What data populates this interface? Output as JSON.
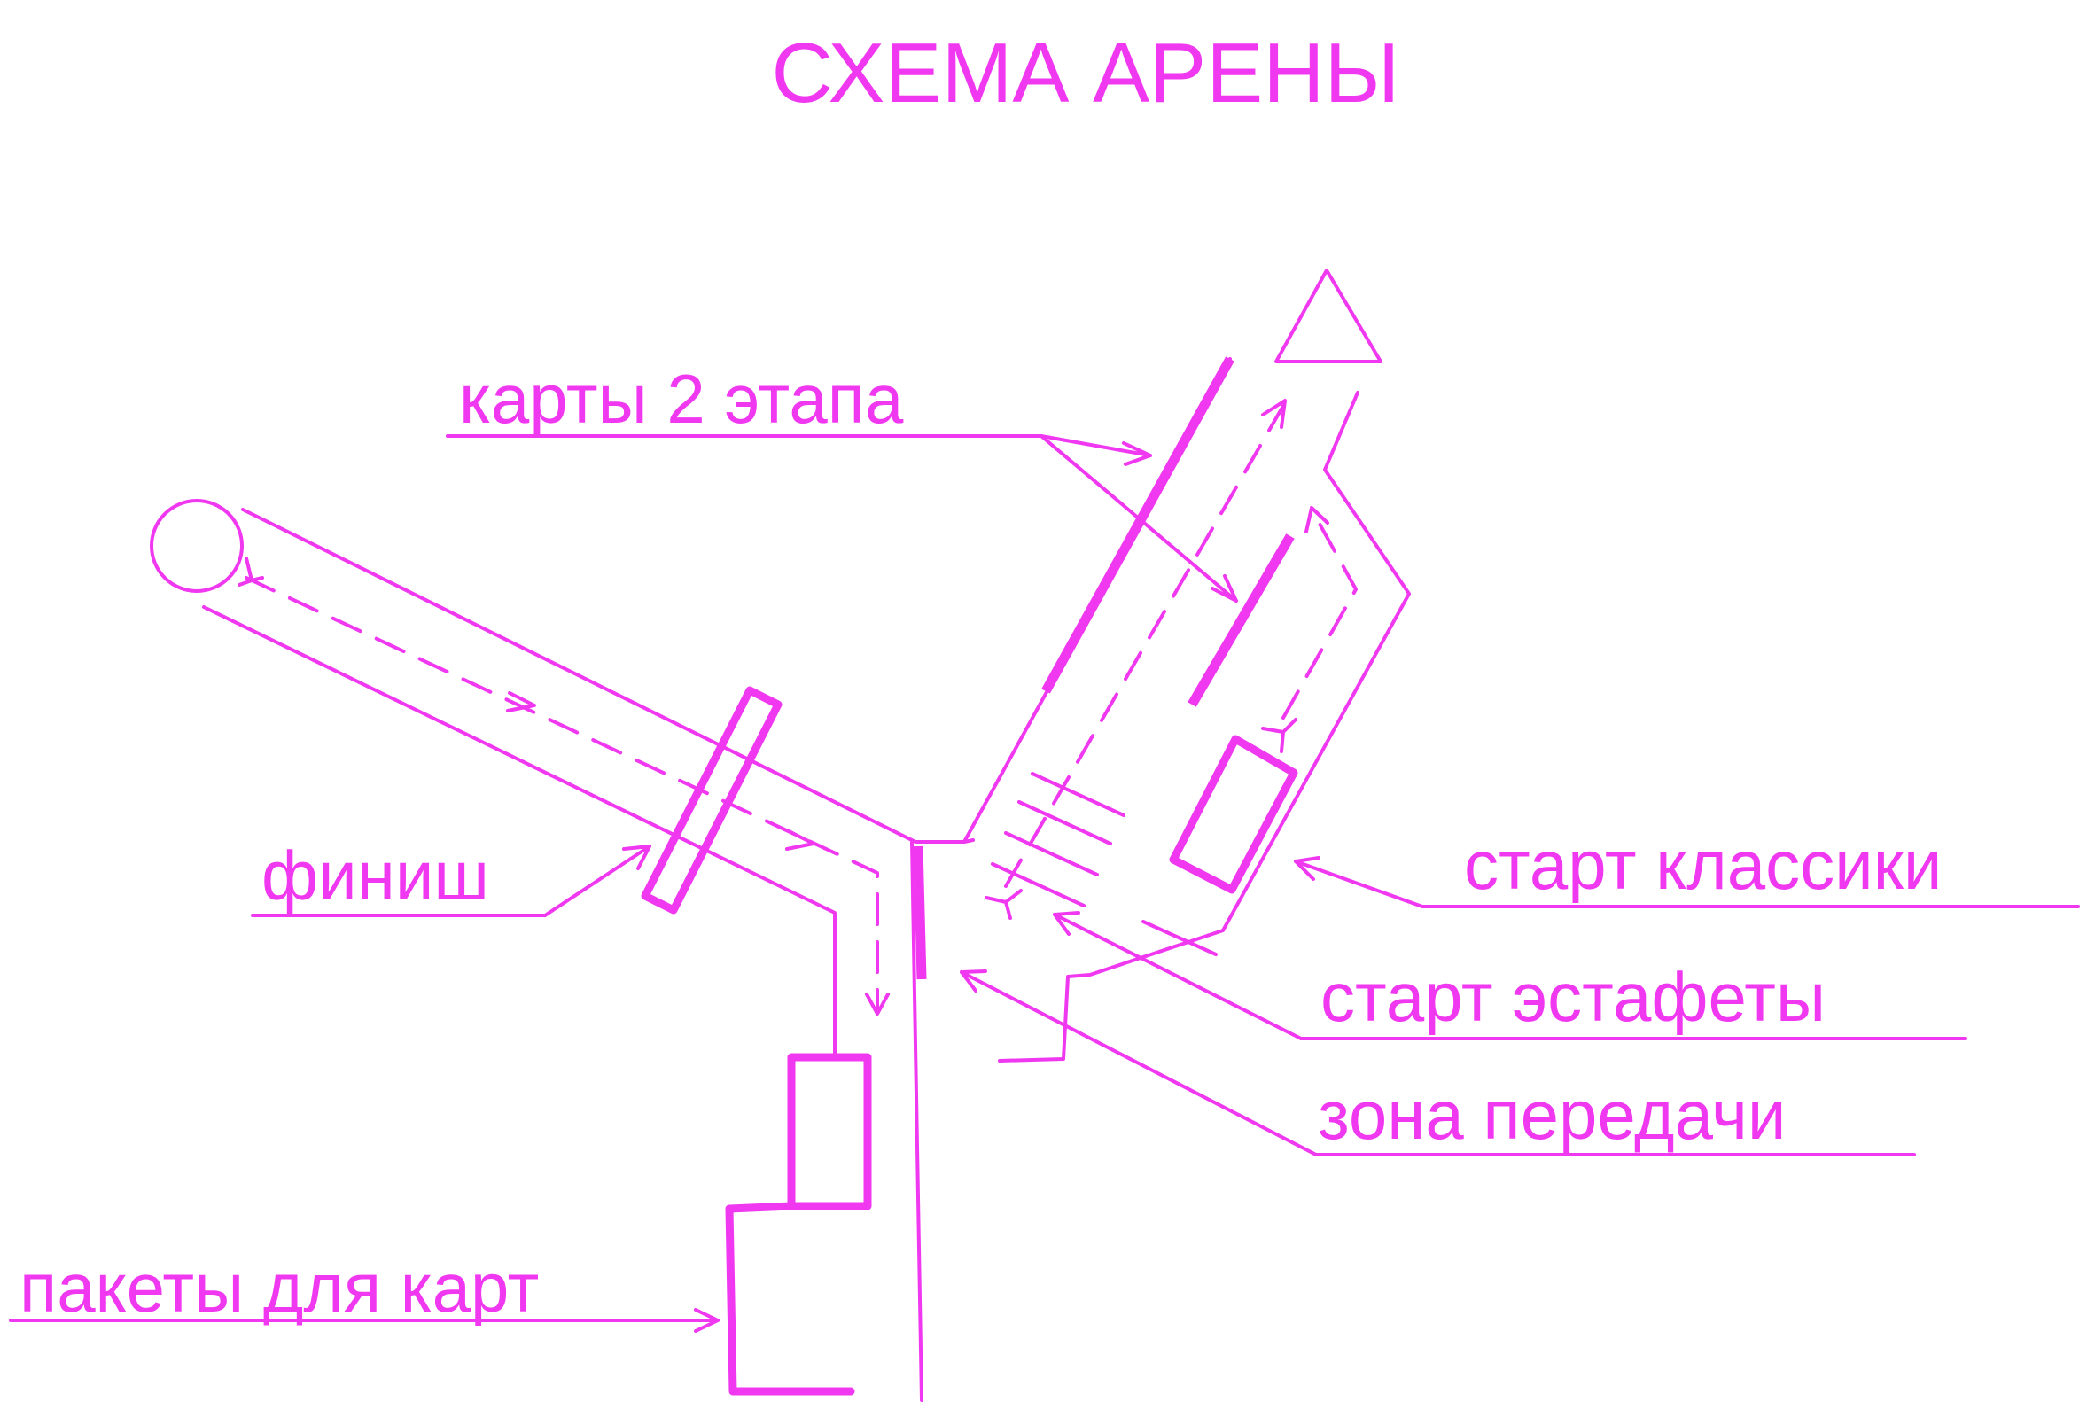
{
  "title": "СХЕМА АРЕНЫ",
  "colors": {
    "ink": "#f038f0",
    "background": "#ffffff"
  },
  "labels": {
    "maps_stage2": "карты 2 этапа",
    "finish": "финиш",
    "classic_start": "старт классики",
    "relay_start": "старт эстафеты",
    "handover_zone": "зона передачи",
    "map_bags": "пакеты для карт"
  },
  "symbols": {
    "start_triangle": "triangle",
    "control_circle": "circle"
  }
}
